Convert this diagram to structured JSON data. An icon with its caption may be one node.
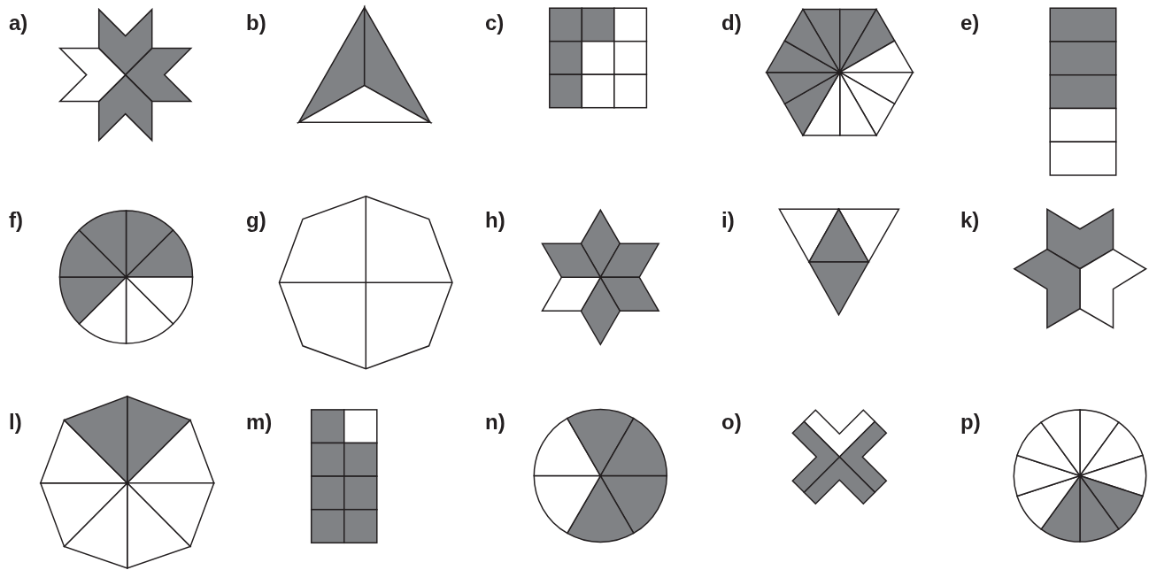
{
  "diagram": {
    "labels": [
      "a)",
      "b)",
      "c)",
      "d)",
      "e)",
      "f)",
      "g)",
      "h)",
      "i)",
      "k)",
      "l)",
      "m)",
      "n)",
      "o)",
      "p)"
    ]
  }
}
